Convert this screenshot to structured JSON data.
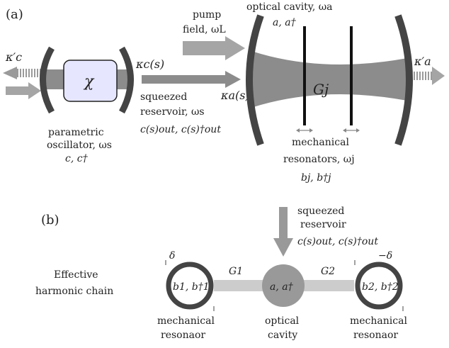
{
  "panel_a": {
    "panel_label": "(a)",
    "kappa_c_prime": "κ′c",
    "chi": "χ",
    "kappa_c_s": "κc(s)",
    "pump_line1": "pump",
    "pump_line2": "field, ωL",
    "cavity_line1": "optical cavity, ωa",
    "cavity_ops": "a, a†",
    "sq_line1": "squeezed",
    "sq_line2": "reservoir, ωs",
    "sq_ops": "c(s)out, c(s)†out",
    "kappa_a_s": "κa(s)",
    "coupling": "Gj",
    "kappa_a_prime": "κ′a",
    "po_line1": "parametric",
    "po_line2": "oscillator, ωs",
    "po_ops": "c, c†",
    "mr_line1": "mechanical",
    "mr_line2": "resonators, ωj",
    "mr_ops": "bj, b†j",
    "colors": {
      "dark": "#444444",
      "beam": "#8c8c8c",
      "chi_fill": "#e6e6ff",
      "arrow": "#999999"
    }
  },
  "panel_b": {
    "panel_label": "(b)",
    "sq_line1": "squeezed",
    "sq_line2": "reservoir",
    "sq_ops": "c(s)out, c(s)†out",
    "chain_line1": "Effective",
    "chain_line2": "harmonic chain",
    "delta_left": "δ",
    "delta_right": "−δ",
    "g1": "G1",
    "g2": "G2",
    "left_node": "b1, b†1",
    "center_node": "a, a†",
    "right_node": "b2, b†2",
    "left_caption_1": "mechanical",
    "left_caption_2": "resonaor",
    "center_caption_1": "optical",
    "center_caption_2": "cavity",
    "right_caption_1": "mechanical",
    "right_caption_2": "resonaor"
  }
}
